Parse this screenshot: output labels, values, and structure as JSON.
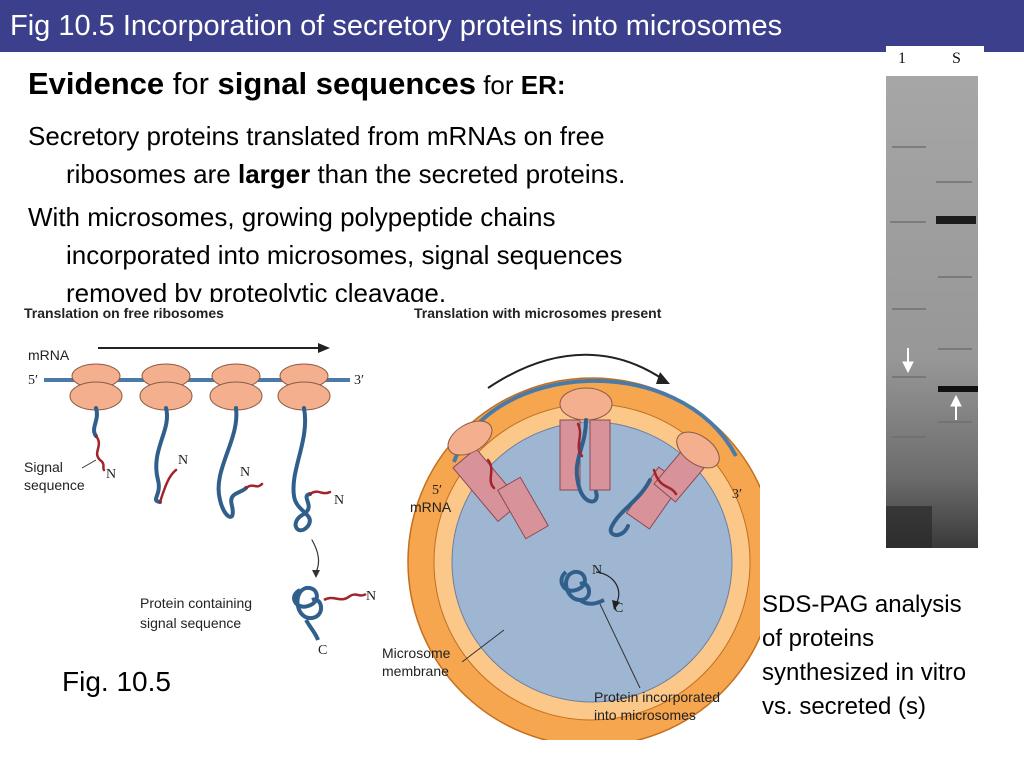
{
  "slide": {
    "title": "Fig 10.5  Incorporation of secretory proteins into microsomes",
    "heading": {
      "word1": "Evidence",
      "word2": " for ",
      "word3": "signal sequences",
      "word4": " for ",
      "word5": "ER:"
    },
    "para1": {
      "line1": "Secretory proteins translated from mRNAs on free",
      "line2_pre": "ribosomes are ",
      "line2_bold": "larger",
      "line2_post": " than the secreted proteins."
    },
    "para2": {
      "line1": "With microsomes, growing polypeptide chains",
      "line2": "incorporated into microsomes, signal sequences",
      "line3": "removed by proteolytic cleavage."
    },
    "fig_label": "Fig. 10.5",
    "caption": {
      "line1": "SDS-PAG analysis",
      "line2": "of proteins",
      "line3": "synthesized in vitro",
      "line4": "vs. secreted (s)"
    }
  },
  "gel": {
    "lane1_label": "1",
    "lane2_label": "S"
  },
  "diagram": {
    "left_title": "Translation on free ribosomes",
    "right_title": "Translation with microsomes present",
    "mrna": "mRNA",
    "five_prime": "5′",
    "three_prime": "3′",
    "signal_sequence_1": "Signal",
    "signal_sequence_2": "sequence",
    "n": "N",
    "c": "C",
    "protein_containing_1": "Protein containing",
    "protein_containing_2": "signal sequence",
    "right_five_prime": "5′",
    "right_mrna": "mRNA",
    "right_three_prime": "3′",
    "microsome_1": "Microsome",
    "microsome_2": "membrane",
    "incorporated_1": "Protein incorporated",
    "incorporated_2": "into microsomes"
  },
  "colors": {
    "title_bar": "#3b3f8c",
    "ribosome": "#f4b08e",
    "chain_blue": "#2f5f8a",
    "signal_red": "#a1232b",
    "microsome_outer": "#f5a64f",
    "microsome_lumen": "#9fb6d2"
  }
}
